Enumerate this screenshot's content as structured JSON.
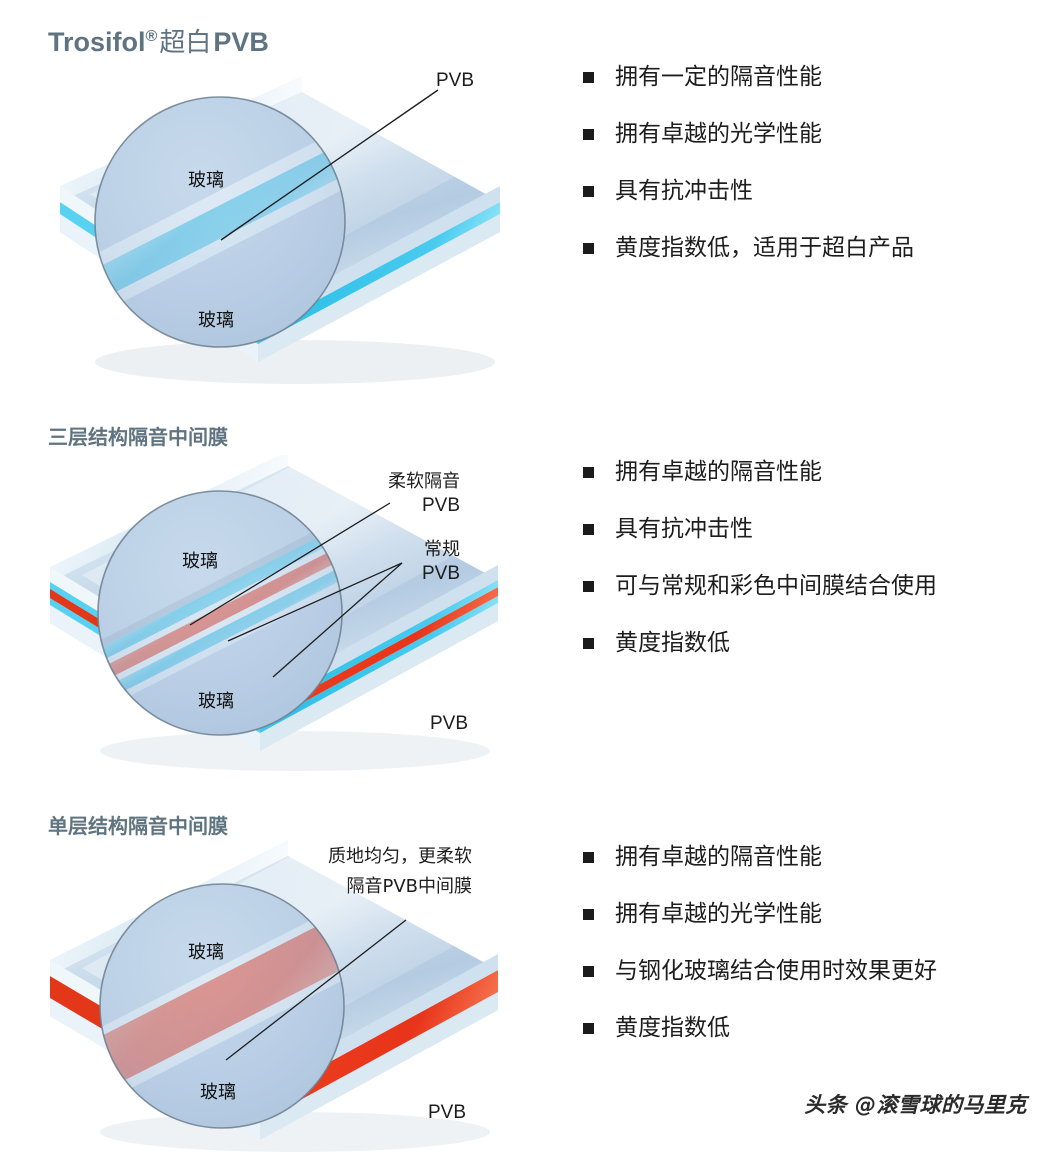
{
  "page": {
    "background": "#ffffff",
    "accent_slate": "#5f7480",
    "text_color": "#1d1d1d",
    "bullet_color": "#1b1b1b",
    "pvb_cyan": "#3fc4e8",
    "pvb_red": "#ec3d1e",
    "glass_blue": "#b6cce4"
  },
  "sections": [
    {
      "heading": {
        "brand": "Trosifol",
        "registered": "®",
        "cn": "超白",
        "pvb": "PVB",
        "full": "Trosifol® 超白PVB"
      },
      "diagram": {
        "name": "ultra-clear-pvb-laminate",
        "glass_labels": [
          "玻璃",
          "玻璃"
        ],
        "callouts": [
          {
            "text": "PVB",
            "align": "left"
          }
        ],
        "layers": [
          {
            "name": "glass-top",
            "color": "#b6cce4"
          },
          {
            "name": "pvb-interlayer",
            "color": "#3fc4e8"
          },
          {
            "name": "glass-bottom",
            "color": "#b6cce4"
          }
        ]
      },
      "bullets": [
        "拥有一定的隔音性能",
        "拥有卓越的光学性能",
        "具有抗冲击性",
        "黄度指数低，适用于超白产品"
      ]
    },
    {
      "heading": {
        "full": "三层结构隔音中间膜"
      },
      "diagram": {
        "name": "three-layer-acoustic-interlayer",
        "glass_labels": [
          "玻璃",
          "玻璃"
        ],
        "callouts": [
          {
            "text": "柔软隔音",
            "align": "right"
          },
          {
            "text": "PVB",
            "align": "right"
          },
          {
            "text": "常规",
            "align": "right"
          },
          {
            "text": "PVB",
            "align": "right"
          },
          {
            "text": "PVB",
            "align": "left"
          }
        ],
        "layers": [
          {
            "name": "glass-top",
            "color": "#b6cce4"
          },
          {
            "name": "standard-pvb-upper",
            "color": "#3fc4e8"
          },
          {
            "name": "soft-acoustic-pvb-core",
            "color": "#ec3d1e"
          },
          {
            "name": "standard-pvb-lower",
            "color": "#3fc4e8"
          },
          {
            "name": "glass-bottom",
            "color": "#b6cce4"
          }
        ]
      },
      "bullets": [
        "拥有卓越的隔音性能",
        "具有抗冲击性",
        "可与常规和彩色中间膜结合使用",
        "黄度指数低"
      ]
    },
    {
      "heading": {
        "full": "单层结构隔音中间膜"
      },
      "diagram": {
        "name": "single-layer-acoustic-interlayer",
        "glass_labels": [
          "玻璃",
          "玻璃"
        ],
        "callouts": [
          {
            "text": "质地均匀，更柔软",
            "align": "right"
          },
          {
            "text": "隔音PVB中间膜",
            "align": "right"
          },
          {
            "text": "PVB",
            "align": "left"
          }
        ],
        "layers": [
          {
            "name": "glass-top",
            "color": "#b6cce4"
          },
          {
            "name": "acoustic-pvb-monolithic",
            "color": "#ec3d1e"
          },
          {
            "name": "glass-bottom",
            "color": "#b6cce4"
          }
        ]
      },
      "bullets": [
        "拥有卓越的隔音性能",
        "拥有卓越的光学性能",
        "与钢化玻璃结合使用时效果更好",
        "黄度指数低"
      ]
    }
  ],
  "watermark": {
    "text": "头条 @滚雪球的马里克"
  }
}
